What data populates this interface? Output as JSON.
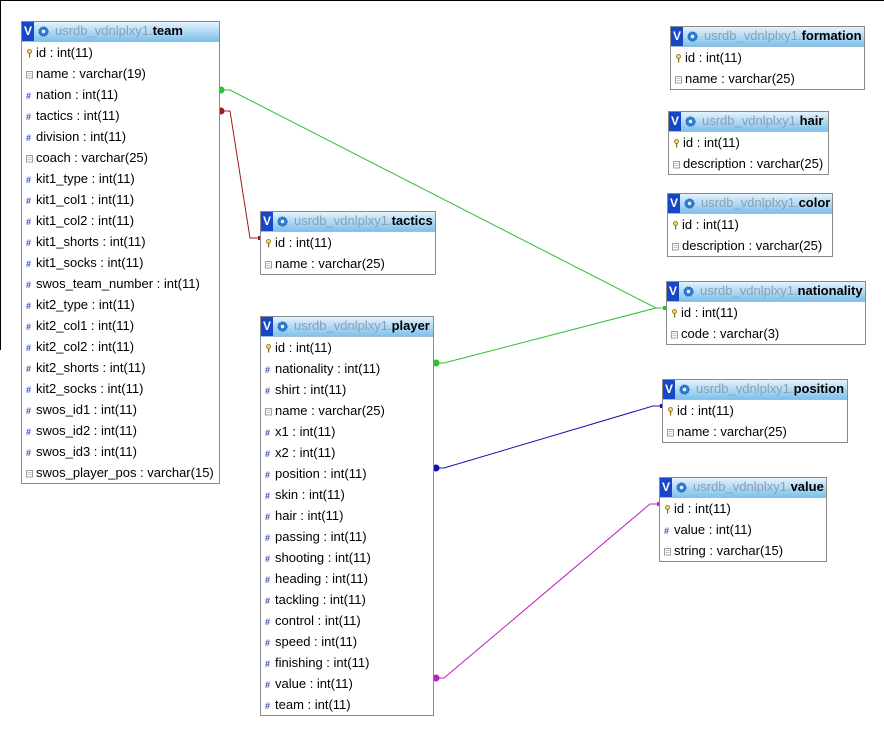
{
  "icons": {
    "toggle": "v-toggle",
    "options": "gear-icon",
    "primary": "key-icon",
    "numeric": "hash-icon",
    "text": "text-icon"
  },
  "colors": {
    "team_nationality": "#2fbf2f",
    "team_tactics": "#a01a1a",
    "player_nationality": "#2fbf2f",
    "player_position": "#1010b0",
    "player_value": "#c020c0"
  },
  "tables": {
    "team": {
      "toggle": "V",
      "db": "usrdb_vdnlplxy1.",
      "name": "team",
      "fields": [
        {
          "label": "id : int(11)",
          "icon": "key"
        },
        {
          "label": "name : varchar(19)",
          "icon": "text"
        },
        {
          "label": "nation : int(11)",
          "icon": "num"
        },
        {
          "label": "tactics : int(11)",
          "icon": "num"
        },
        {
          "label": "division : int(11)",
          "icon": "num"
        },
        {
          "label": "coach : varchar(25)",
          "icon": "text"
        },
        {
          "label": "kit1_type : int(11)",
          "icon": "num"
        },
        {
          "label": "kit1_col1 : int(11)",
          "icon": "num"
        },
        {
          "label": "kit1_col2 : int(11)",
          "icon": "num"
        },
        {
          "label": "kit1_shorts : int(11)",
          "icon": "num"
        },
        {
          "label": "kit1_socks : int(11)",
          "icon": "num"
        },
        {
          "label": "swos_team_number : int(11)",
          "icon": "num"
        },
        {
          "label": "kit2_type : int(11)",
          "icon": "num"
        },
        {
          "label": "kit2_col1 : int(11)",
          "icon": "num"
        },
        {
          "label": "kit2_col2 : int(11)",
          "icon": "num"
        },
        {
          "label": "kit2_shorts : int(11)",
          "icon": "num"
        },
        {
          "label": "kit2_socks : int(11)",
          "icon": "num"
        },
        {
          "label": "swos_id1 : int(11)",
          "icon": "num"
        },
        {
          "label": "swos_id2 : int(11)",
          "icon": "num"
        },
        {
          "label": "swos_id3 : int(11)",
          "icon": "num"
        },
        {
          "label": "swos_player_pos : varchar(15)",
          "icon": "text"
        }
      ]
    },
    "tactics": {
      "toggle": "V",
      "db": "usrdb_vdnlplxy1.",
      "name": "tactics",
      "fields": [
        {
          "label": "id : int(11)",
          "icon": "key"
        },
        {
          "label": "name : varchar(25)",
          "icon": "text"
        }
      ]
    },
    "player": {
      "toggle": "V",
      "db": "usrdb_vdnlplxy1.",
      "name": "player",
      "fields": [
        {
          "label": "id : int(11)",
          "icon": "key"
        },
        {
          "label": "nationality : int(11)",
          "icon": "num"
        },
        {
          "label": "shirt : int(11)",
          "icon": "num"
        },
        {
          "label": "name : varchar(25)",
          "icon": "text"
        },
        {
          "label": "x1 : int(11)",
          "icon": "num"
        },
        {
          "label": "x2 : int(11)",
          "icon": "num"
        },
        {
          "label": "position : int(11)",
          "icon": "num"
        },
        {
          "label": "skin : int(11)",
          "icon": "num"
        },
        {
          "label": "hair : int(11)",
          "icon": "num"
        },
        {
          "label": "passing : int(11)",
          "icon": "num"
        },
        {
          "label": "shooting : int(11)",
          "icon": "num"
        },
        {
          "label": "heading : int(11)",
          "icon": "num"
        },
        {
          "label": "tackling : int(11)",
          "icon": "num"
        },
        {
          "label": "control : int(11)",
          "icon": "num"
        },
        {
          "label": "speed : int(11)",
          "icon": "num"
        },
        {
          "label": "finishing : int(11)",
          "icon": "num"
        },
        {
          "label": "value : int(11)",
          "icon": "num"
        },
        {
          "label": "team : int(11)",
          "icon": "num"
        }
      ]
    },
    "formation": {
      "toggle": "V",
      "db": "usrdb_vdnlplxy1.",
      "name": "formation",
      "fields": [
        {
          "label": "id : int(11)",
          "icon": "key"
        },
        {
          "label": "name : varchar(25)",
          "icon": "text"
        }
      ]
    },
    "hair": {
      "toggle": "V",
      "db": "usrdb_vdnlplxy1.",
      "name": "hair",
      "fields": [
        {
          "label": "id : int(11)",
          "icon": "key"
        },
        {
          "label": "description : varchar(25)",
          "icon": "text"
        }
      ]
    },
    "color": {
      "toggle": "V",
      "db": "usrdb_vdnlplxy1.",
      "name": "color",
      "fields": [
        {
          "label": "id : int(11)",
          "icon": "key"
        },
        {
          "label": "description : varchar(25)",
          "icon": "text"
        }
      ]
    },
    "nationality": {
      "toggle": "V",
      "db": "usrdb_vdnlplxy1.",
      "name": "nationality",
      "fields": [
        {
          "label": "id : int(11)",
          "icon": "key"
        },
        {
          "label": "code : varchar(3)",
          "icon": "text"
        }
      ]
    },
    "position": {
      "toggle": "V",
      "db": "usrdb_vdnlplxy1.",
      "name": "position",
      "fields": [
        {
          "label": "id : int(11)",
          "icon": "key"
        },
        {
          "label": "name : varchar(25)",
          "icon": "text"
        }
      ]
    },
    "value": {
      "toggle": "V",
      "db": "usrdb_vdnlplxy1.",
      "name": "value",
      "fields": [
        {
          "label": "id : int(11)",
          "icon": "key"
        },
        {
          "label": "value : int(11)",
          "icon": "num"
        },
        {
          "label": "string : varchar(15)",
          "icon": "text"
        }
      ]
    }
  }
}
